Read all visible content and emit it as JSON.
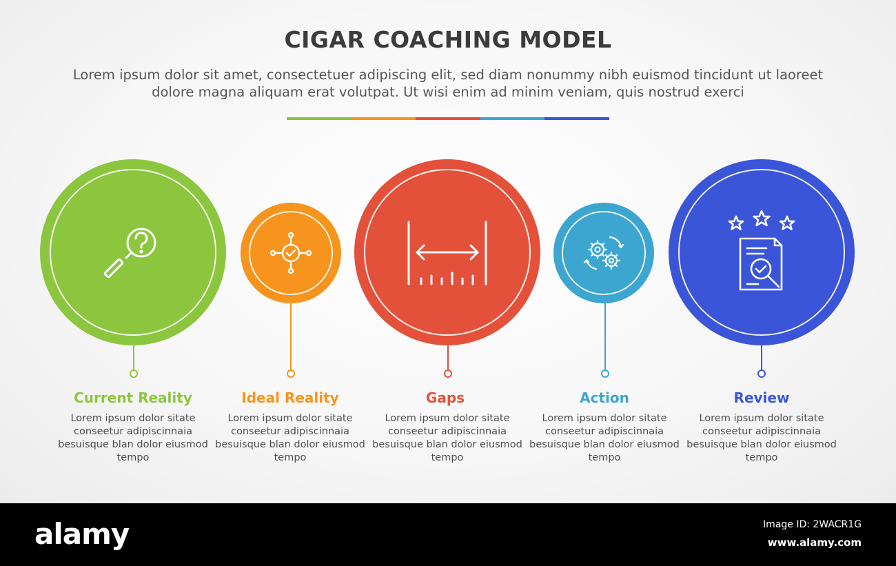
{
  "header": {
    "title": "CIGAR COACHING MODEL",
    "subtitle": "Lorem ipsum dolor sit amet, consectetuer adipiscing elit, sed diam nonummy nibh euismod tincidunt ut laoreet dolore magna aliquam erat volutpat. Ut wisi enim ad minim veniam, quis nostrud exerci"
  },
  "rule_colors": [
    "#8cc63f",
    "#f7941d",
    "#e4513b",
    "#3ca6d0",
    "#3b55d9"
  ],
  "steps": [
    {
      "label": "Current Reality",
      "description": "Lorem ipsum dolor sitate conseetur adipiscinnaia besuisque blan dolor eiusmod tempo",
      "color": "#8cc63f",
      "icon": "magnifier-question-icon"
    },
    {
      "label": "Ideal Reality",
      "description": "Lorem ipsum dolor sitate conseetur adipiscinnaia besuisque blan dolor eiusmod tempo",
      "color": "#f7941d",
      "icon": "network-check-icon"
    },
    {
      "label": "Gaps",
      "description": "Lorem ipsum dolor sitate conseetur adipiscinnaia besuisque blan dolor eiusmod tempo",
      "color": "#e4513b",
      "icon": "measure-gap-icon"
    },
    {
      "label": "Action",
      "description": "Lorem ipsum dolor sitate conseetur adipiscinnaia besuisque blan dolor eiusmod tempo",
      "color": "#3ca6d0",
      "icon": "gears-icon"
    },
    {
      "label": "Review",
      "description": "Lorem ipsum dolor sitate conseetur adipiscinnaia besuisque blan dolor eiusmod tempo",
      "color": "#3b55d9",
      "icon": "document-review-stars-icon"
    }
  ],
  "footer": {
    "brand": "alamy",
    "image_id": "Image ID: 2WACR1G",
    "site": "www.alamy.com"
  }
}
